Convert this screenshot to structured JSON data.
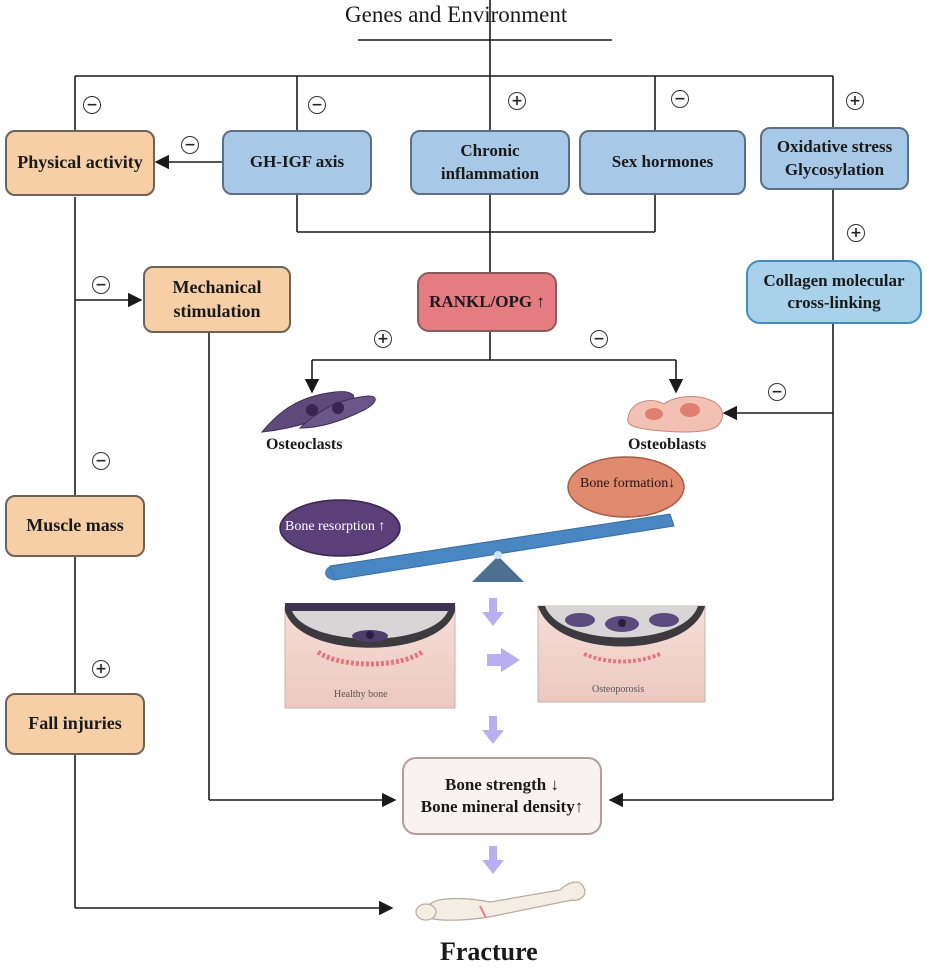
{
  "top": {
    "title": "Genes and Environment"
  },
  "factors": {
    "physical_activity": "Physical activity",
    "gh_igf": "GH-IGF axis",
    "chronic_inflammation": [
      "Chronic",
      "inflammation"
    ],
    "sex_hormones": "Sex hormones",
    "oxidative": [
      "Oxidative stress",
      "Glycosylation"
    ],
    "mechanical": [
      "Mechanical",
      "stimulation"
    ],
    "rankl": "RANKL/OPG ↑",
    "collagen": [
      "Collagen molecular",
      "cross-linking"
    ],
    "muscle_mass": "Muscle mass",
    "fall_injuries": "Fall injuries"
  },
  "cells": {
    "osteoclasts": "Osteoclasts",
    "osteoblasts": "Osteoblasts",
    "bone_resorption": "Bone resorption ↑",
    "bone_formation": "Bone formation↓"
  },
  "tissue": {
    "healthy": "Healthy bone",
    "osteoporosis": "Osteoporosis"
  },
  "outcome": {
    "strength": [
      "Bone strength ↓",
      "Bone mineral density↑"
    ],
    "fracture": "Fracture"
  },
  "signs": {
    "plus": "+",
    "minus": "−",
    "physical_gh": "−",
    "gh_top": "−",
    "inflammation_top": "+",
    "sex_top": "−",
    "oxidative_top": "+",
    "left_top": "−",
    "mechanical": "−",
    "oxidative_collagen": "+",
    "rankl_osteoclasts": "+",
    "rankl_osteoblasts": "−",
    "collagen_osteoblasts": "−",
    "muscle": "−",
    "fall": "+"
  },
  "colors": {
    "orange_box": "#f6cfa7",
    "blue_box": "#a7c8e6",
    "red_box": "#e47c82",
    "resorption": "#5a3f78",
    "formation": "#e08a70",
    "seesaw": "#4a86c2",
    "flow_arrow": "#b9aef0"
  }
}
